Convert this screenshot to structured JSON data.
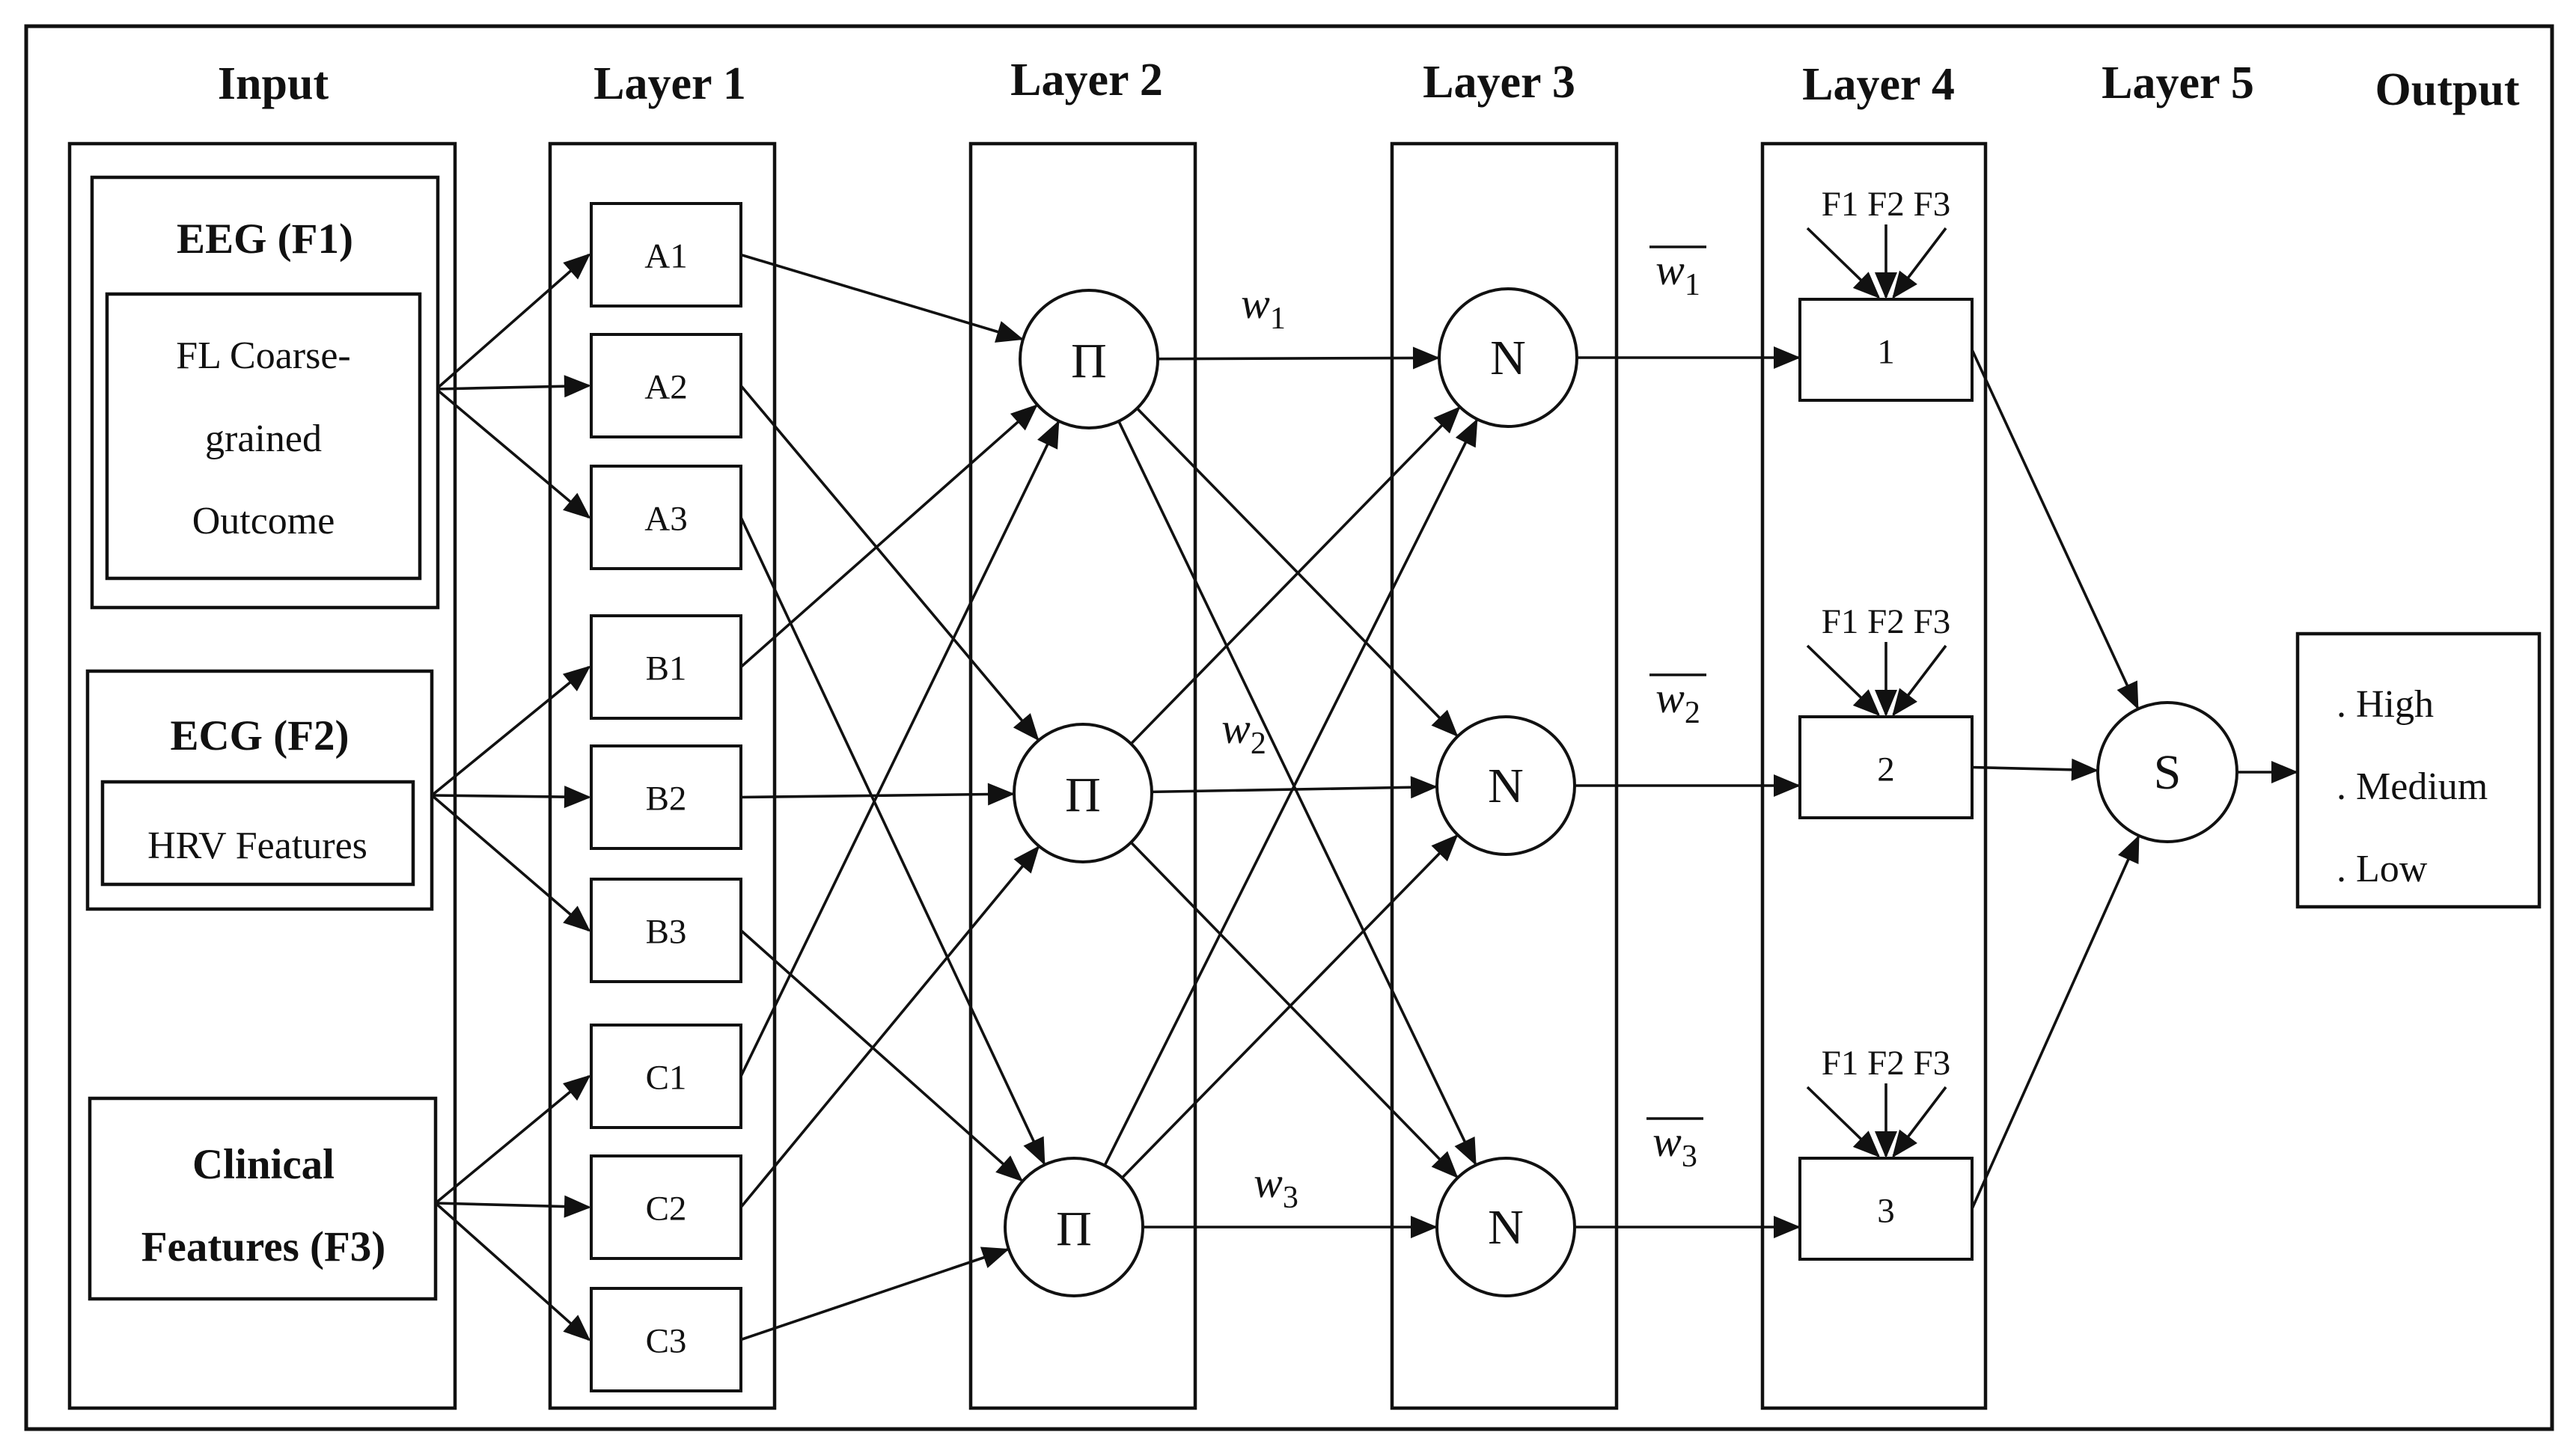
{
  "headers": {
    "input": "Input",
    "layer1": "Layer 1",
    "layer2": "Layer 2",
    "layer3": "Layer 3",
    "layer4": "Layer 4",
    "layer5": "Layer 5",
    "output": "Output"
  },
  "inputs": {
    "eeg_title": "EEG (F1)",
    "eeg_sub": [
      "FL Coarse-",
      "grained",
      "Outcome"
    ],
    "ecg_title": "ECG (F2)",
    "ecg_sub": "HRV Features",
    "clinical": [
      "Clinical",
      "Features (F3)"
    ]
  },
  "layer1_nodes": [
    "A1",
    "A2",
    "A3",
    "B1",
    "B2",
    "B3",
    "C1",
    "C2",
    "C3"
  ],
  "layer2_symbol": "Π",
  "layer3_symbol": "N",
  "weights": {
    "w": "w",
    "subs": [
      "1",
      "2",
      "3"
    ]
  },
  "layer4_nodes": [
    "1",
    "2",
    "3"
  ],
  "layer4_feature_label": "F1 F2 F3",
  "layer5_symbol": "S",
  "outputs": [
    ". High",
    ". Medium",
    ". Low"
  ]
}
